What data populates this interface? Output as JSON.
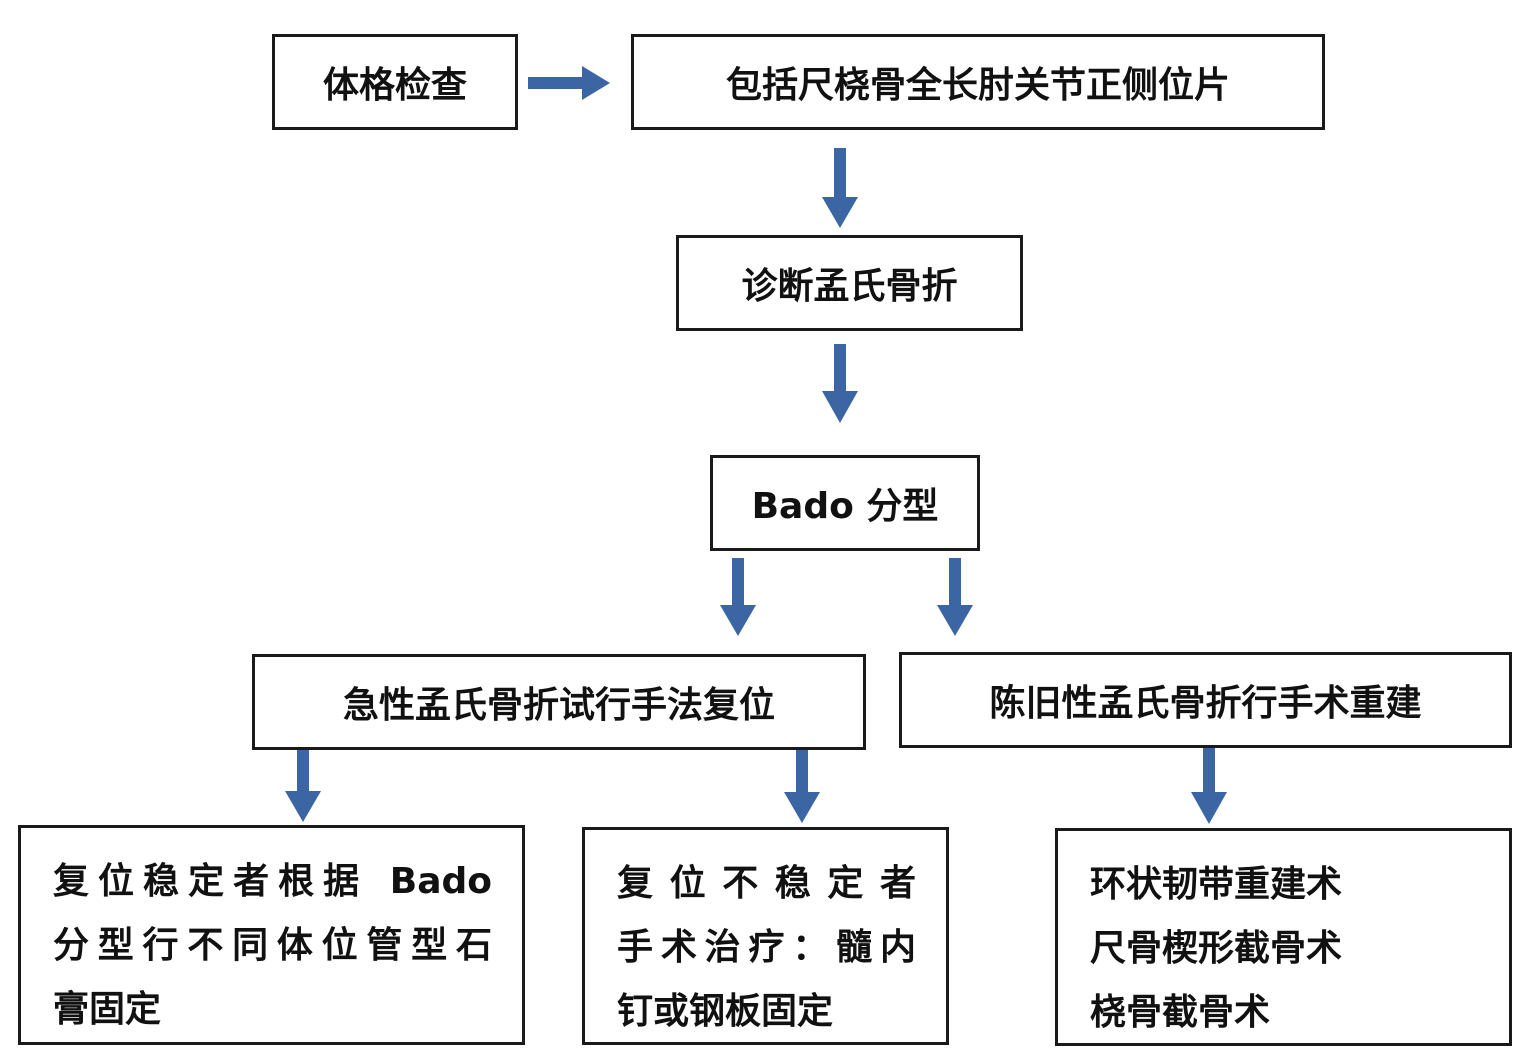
{
  "colors": {
    "arrow": "#3c65a4",
    "border": "#1a1a1a"
  },
  "nodes": {
    "exam": "体格检查",
    "xray": "包括尺桡骨全长肘关节正侧位片",
    "diagnosis": "诊断孟氏骨折",
    "bado": "Bado 分型",
    "acute": "急性孟氏骨折试行手法复位",
    "chronic": "陈旧性孟氏骨折行手术重建",
    "stable": {
      "line1": "复位稳定者根据 Bado",
      "line2": "分型行不同体位管型石",
      "line3": "膏固定"
    },
    "unstable": {
      "line1": "复位不稳定者",
      "line2": "手术治疗：髓内",
      "line3": "钉或钢板固定"
    },
    "surgery": {
      "line1": "环状韧带重建术",
      "line2": "尺骨楔形截骨术",
      "line3": "桡骨截骨术"
    }
  }
}
